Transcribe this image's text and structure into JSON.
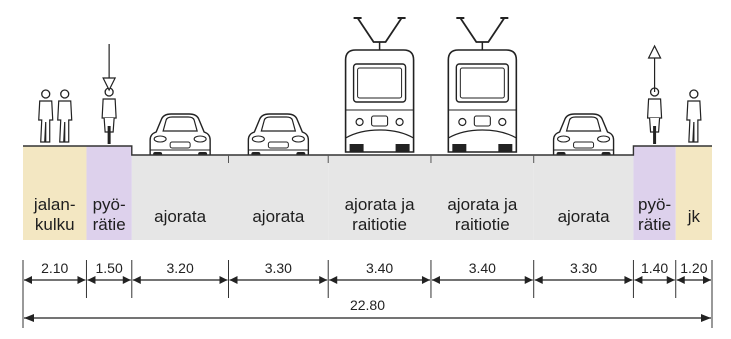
{
  "lanes": [
    {
      "label": "jalan-\nkulku",
      "width_m": 2.1,
      "width_label": "2.10",
      "type": "pedestrian"
    },
    {
      "label": "pyö-\nrätie",
      "width_m": 1.5,
      "width_label": "1.50",
      "type": "bicycle"
    },
    {
      "label": "ajorata",
      "width_m": 3.2,
      "width_label": "3.20",
      "type": "road"
    },
    {
      "label": "ajorata",
      "width_m": 3.3,
      "width_label": "3.30",
      "type": "road"
    },
    {
      "label": "ajorata ja\nraitiotie",
      "width_m": 3.4,
      "width_label": "3.40",
      "type": "road"
    },
    {
      "label": "ajorata ja\nraitiotie",
      "width_m": 3.4,
      "width_label": "3.40",
      "type": "road"
    },
    {
      "label": "ajorata",
      "width_m": 3.3,
      "width_label": "3.30",
      "type": "road"
    },
    {
      "label": "pyö-\nrätie",
      "width_m": 1.4,
      "width_label": "1.40",
      "type": "bicycle"
    },
    {
      "label": "jk",
      "width_m": 1.2,
      "width_label": "1.20",
      "type": "pedestrian"
    }
  ],
  "total_width_label": "22.80",
  "colors": {
    "pedestrian": "#f3e7c2",
    "bicycle": "#ddd1ec",
    "road": "#e6e6e6",
    "outline": "#333333"
  },
  "icons": [
    "pedestrians-icon",
    "cyclist-icon",
    "car-icon",
    "car-icon",
    "tram-icon",
    "tram-icon",
    "car-icon",
    "cyclist-icon",
    "pedestrian-icon",
    "direction-down-arrow-icon",
    "direction-up-arrow-icon"
  ]
}
